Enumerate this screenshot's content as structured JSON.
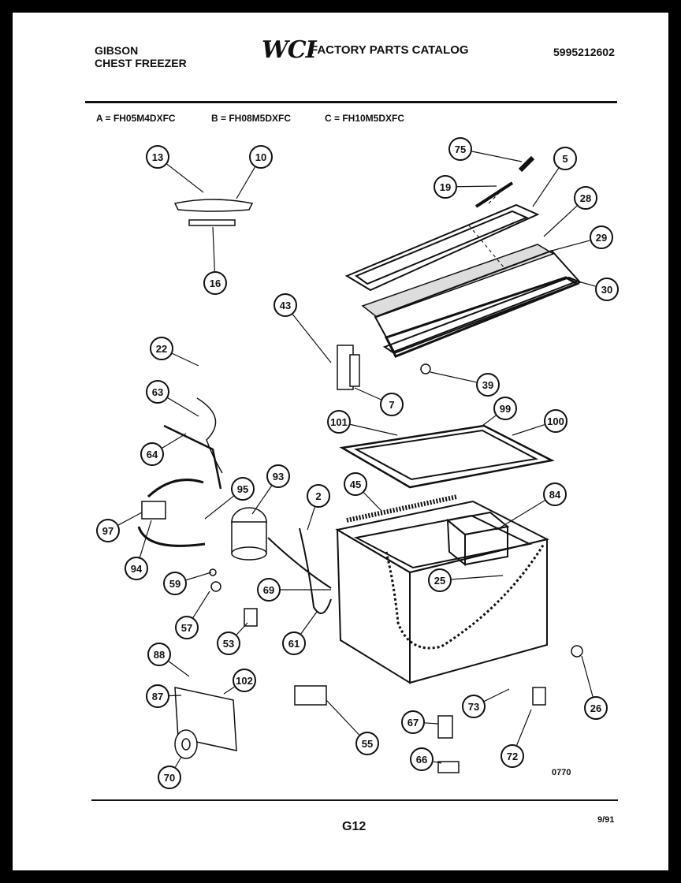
{
  "header": {
    "brand": "GIBSON",
    "product": "CHEST FREEZER",
    "logo": "WCI",
    "catalog_title": "FACTORY PARTS CATALOG",
    "catalog_number": "5995212602"
  },
  "models": [
    {
      "label": "A = FH05M4DXFC"
    },
    {
      "label": "B = FH08M5DXFC"
    },
    {
      "label": "C = FH10M5DXFC"
    }
  ],
  "callouts": [
    "13",
    "10",
    "16",
    "75",
    "19",
    "5",
    "28",
    "29",
    "30",
    "43",
    "22",
    "63",
    "64",
    "7",
    "39",
    "101",
    "99",
    "100",
    "93",
    "95",
    "97",
    "94",
    "2",
    "45",
    "84",
    "59",
    "57",
    "69",
    "25",
    "53",
    "61",
    "88",
    "102",
    "87",
    "70",
    "55",
    "67",
    "73",
    "26",
    "72",
    "66"
  ],
  "drawing_code": "0770",
  "footer": {
    "page_code": "G12",
    "date": "9/91"
  },
  "colors": {
    "ink": "#111111",
    "paper": "#ffffff",
    "frame": "#000000"
  }
}
